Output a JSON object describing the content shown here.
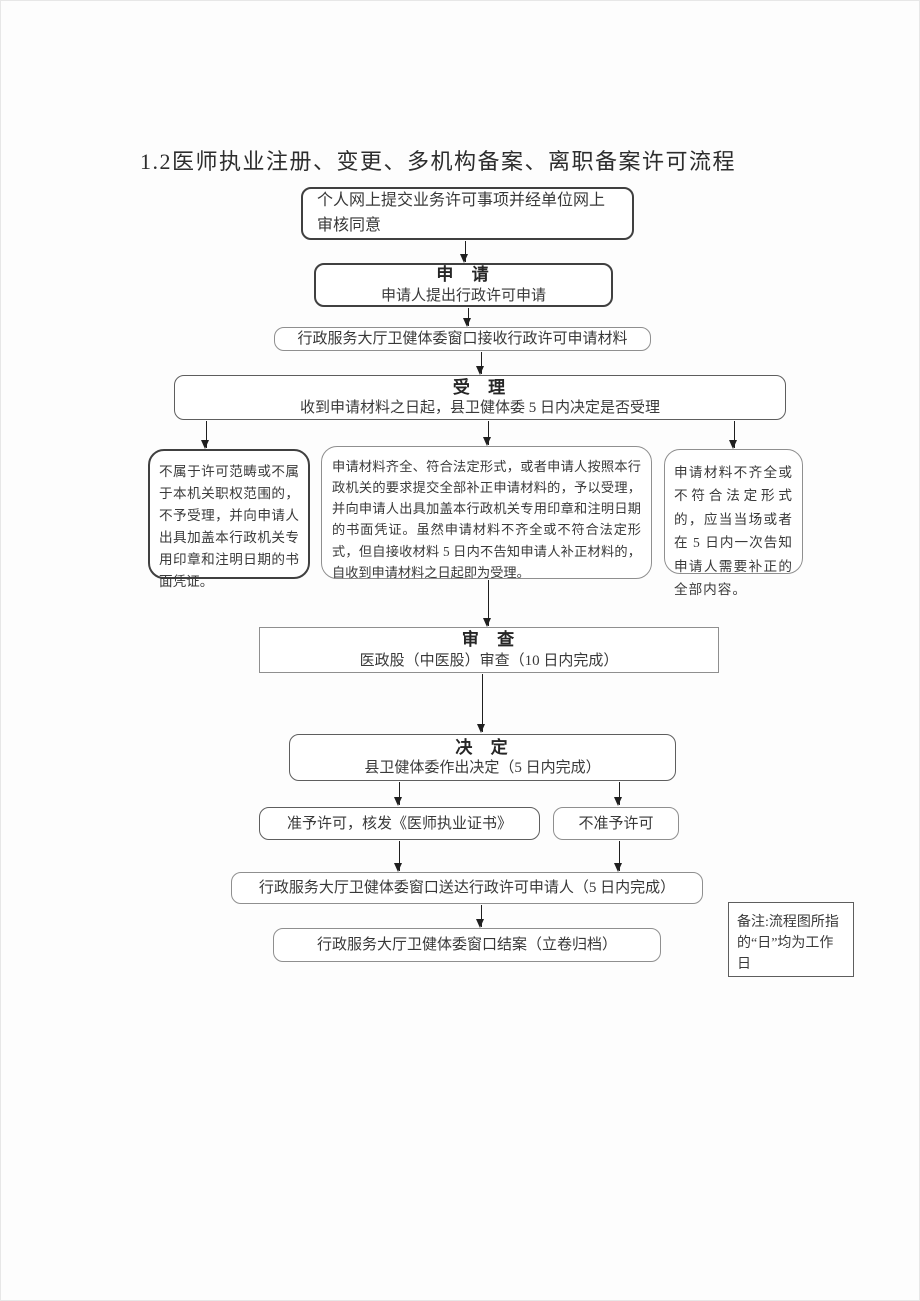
{
  "page": {
    "title": "1.2医师执业注册、变更、多机构备案、离职备案许可流程"
  },
  "flowchart": {
    "online_submit": "个人网上提交业务许可事项并经单位网上审核同意",
    "apply": {
      "title": "申 请",
      "desc": "申请人提出行政许可申请"
    },
    "window_receive": "行政服务大厅卫健体委窗口接收行政许可申请材料",
    "accept": {
      "title": "受 理",
      "desc": "收到申请材料之日起，县卫健体委 5 日内决定是否受理"
    },
    "branch_not_in_scope": "不属于许可范畴或不属于本机关职权范围的，不予受理，并向申请人出具加盖本行政机关专用印章和注明日期的书面凭证。",
    "branch_accepted": "申请材料齐全、符合法定形式，或者申请人按照本行政机关的要求提交全部补正申请材料的，予以受理，并向申请人出具加盖本行政机关专用印章和注明日期的书面凭证。虽然申请材料不齐全或不符合法定形式，但自接收材料 5 日内不告知申请人补正材料的，自收到申请材料之日起即为受理。",
    "branch_incomplete": "申请材料不齐全或不符合法定形式的，应当当场或者在 5 日内一次告知申请人需要补正的全部内容。",
    "review": {
      "title": "审 查",
      "desc": "医政股（中医股）审查（10 日内完成）"
    },
    "decision": {
      "title": "决 定",
      "desc": "县卫健体委作出决定（5 日内完成）"
    },
    "granted": "准予许可，核发《医师执业证书》",
    "denied": "不准予许可",
    "deliver": "行政服务大厅卫健体委窗口送达行政许可申请人（5 日内完成）",
    "close_case": "行政服务大厅卫健体委窗口结案（立卷归档）",
    "note": "备注:流程图所指的“日”均为工作日"
  }
}
